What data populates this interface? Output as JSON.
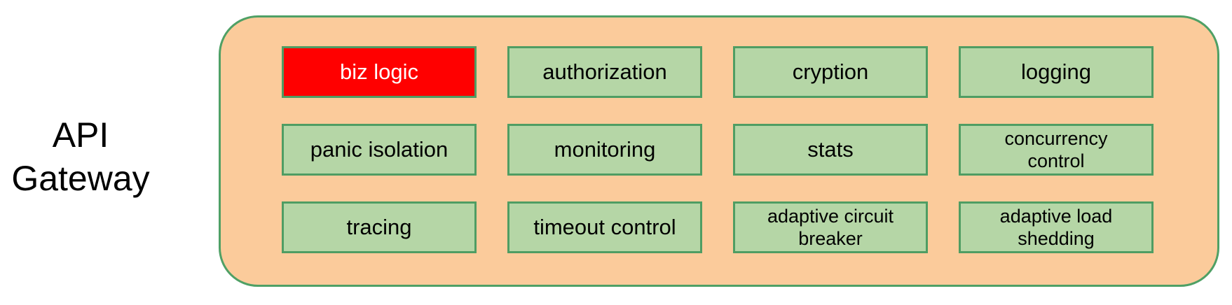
{
  "diagram": {
    "title_line1": "API",
    "title_line2": "Gateway",
    "colors": {
      "container_fill": "#fbcb9b",
      "container_border": "#4fa065",
      "box_fill": "#b5d6a6",
      "box_border": "#4f9d63",
      "highlight_fill": "#ff0000",
      "highlight_text": "#ffffff",
      "label_text": "#000000"
    },
    "cells": [
      {
        "label": "biz logic",
        "highlight": true
      },
      {
        "label": "authorization"
      },
      {
        "label": "cryption"
      },
      {
        "label": "logging"
      },
      {
        "label": "panic isolation"
      },
      {
        "label": "monitoring"
      },
      {
        "label": "stats"
      },
      {
        "label": "concurrency control"
      },
      {
        "label": "tracing"
      },
      {
        "label": "timeout control"
      },
      {
        "label": "adaptive circuit breaker"
      },
      {
        "label": "adaptive load shedding"
      }
    ]
  }
}
